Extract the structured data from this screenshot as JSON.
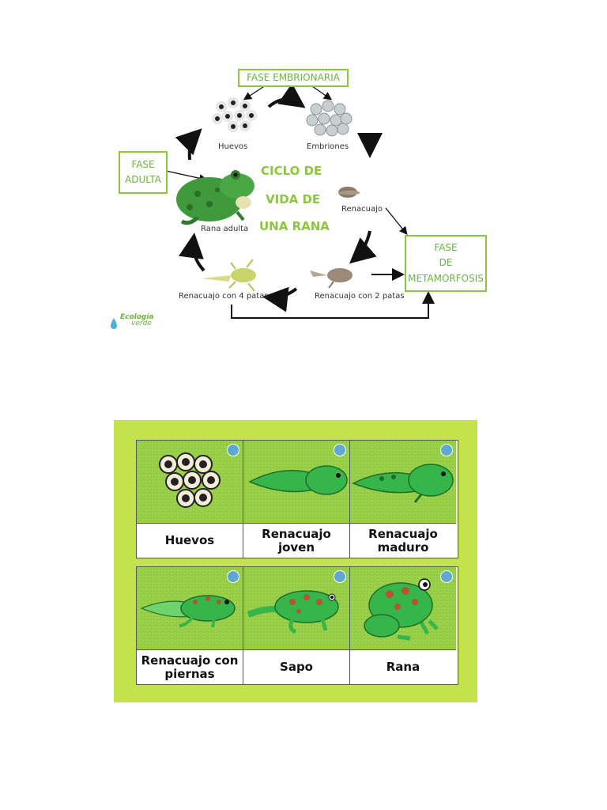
{
  "cycle": {
    "title_lines": [
      "CICLO DE",
      "VIDA DE",
      "UNA RANA"
    ],
    "phases": {
      "embryonic": "FASE EMBRIONARIA",
      "adult": [
        "FASE",
        "ADULTA"
      ],
      "metamorphosis": [
        "FASE",
        "DE",
        "METAMORFOSIS"
      ]
    },
    "stages": {
      "eggs": "Huevos",
      "embryos": "Embriones",
      "tadpole": "Renacuajo",
      "tadpole_2_legs": "Renacuajo con 2 patas",
      "tadpole_4_legs": "Renacuajo con 4 patas",
      "adult_frog": "Rana adulta"
    },
    "logo_text": [
      "Ecología",
      "verde"
    ],
    "colors": {
      "accent": "#8cc63f",
      "frog": "#3e9a3a"
    }
  },
  "cards": {
    "rows": [
      [
        "Huevos",
        "Renacuajo joven",
        "Renacuajo maduro"
      ],
      [
        "Renacuajo con piernas",
        "Sapo",
        "Rana"
      ]
    ],
    "colors": {
      "background": "#c3e24c",
      "cell": "#9bd14a",
      "frog": "#2fb34a"
    }
  }
}
